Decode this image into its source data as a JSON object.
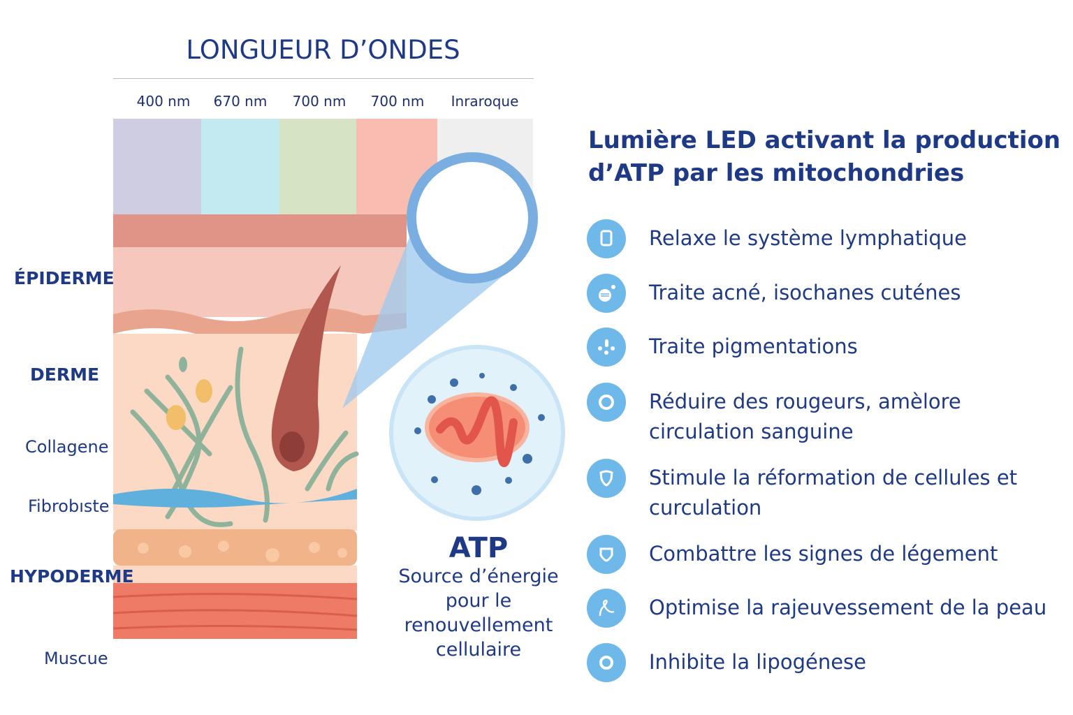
{
  "title": "LONGUEUR D’ONDES",
  "wavelengths": [
    {
      "label": "400 nm",
      "color": "#cfcde2"
    },
    {
      "label": "670 nm",
      "color": "#c3e9f1"
    },
    {
      "label": "700 nm",
      "color": "#d6e3c4"
    },
    {
      "label": "700 nm",
      "color": "#f8bcb0"
    },
    {
      "label": "Inraroque",
      "color": "#efefef"
    }
  ],
  "layers": {
    "epiderme": "ÉPIDERME",
    "derme": "DERME",
    "collagene": "Collagene",
    "fibroblaste": "Fibrobıste",
    "hypoderme": "HYPODERME",
    "muscle": "Muscue"
  },
  "atp": {
    "title": "ATP",
    "subtitle": "Source d’énergie pour le renouvellement cellulaire"
  },
  "heading": "Lumière LED activant la production d’ATP par les mitochondries",
  "benefits": [
    {
      "icon": "tablet-icon",
      "text": "Relaxe le système lymphatique"
    },
    {
      "icon": "acne-icon",
      "text": "Traite acné, isochanes cuténes"
    },
    {
      "icon": "dots-icon",
      "text": "Traite pigmentations"
    },
    {
      "icon": "ring-icon",
      "text": "Réduire des rougeurs, amèlore circulation sanguine"
    },
    {
      "icon": "shield-icon",
      "text": "Stimule la réformation de cellules et curculation"
    },
    {
      "icon": "shield-icon",
      "text": "Combattre les signes de légement"
    },
    {
      "icon": "curve-icon",
      "text": "Optimise la rajeuvessement de la peau"
    },
    {
      "icon": "ring-icon",
      "text": "Inhibite la lipogénese"
    }
  ]
}
